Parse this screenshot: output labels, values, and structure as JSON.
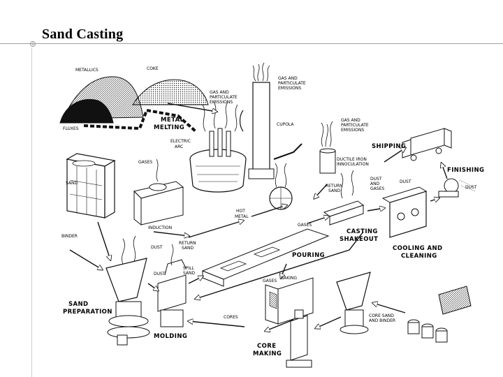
{
  "page": {
    "title": "Sand Casting"
  },
  "labels": {
    "metallics": "METALLICS",
    "coke": "COKE",
    "fluxes": "FLUXES",
    "metal_melting_1": "METAL",
    "metal_melting_2": "MELTING",
    "gas_emissions_a_1": "GAS AND",
    "gas_emissions_a_2": "PARTICULATE",
    "gas_emissions_a_3": "EMISSIONS",
    "gas_emissions_b_1": "GAS AND",
    "gas_emissions_b_2": "PARTICULATE",
    "gas_emissions_b_3": "EMISSIONS",
    "gas_emissions_c_1": "GAS AND",
    "gas_emissions_c_2": "PARTICULATE",
    "gas_emissions_c_3": "EMISSIONS",
    "cupola": "CUPOLA",
    "electric_arc_1": "ELECTRIC",
    "electric_arc_2": "ARC",
    "gases_induction": "GASES",
    "sand": "SAND",
    "induction": "INDUCTION",
    "shipping": "SHIPPING",
    "ductile_1": "DUCTILE IRON",
    "ductile_2": "INNOCULATION",
    "return_sand_1": "RETURN",
    "return_sand_2": "SAND",
    "dust_gases_1": "DUST",
    "dust_gases_2": "AND",
    "dust_gases_3": "GASES",
    "finishing": "FINISHING",
    "dust_finishing_a": "DUST",
    "dust_finishing_b": "DUST",
    "hot_metal_1": "HOT",
    "hot_metal_2": "METAL",
    "gases_pouring": "GASES",
    "casting_1": "CASTING",
    "casting_2": "SHAKEOUT",
    "binder": "BINDER",
    "dust_prep": "DUST",
    "return_sand2_1": "RETURN",
    "return_sand2_2": "SAND",
    "pouring": "POURING",
    "cooling_1": "COOLING AND",
    "cooling_2": "CLEANING",
    "dust_mold": "DUST",
    "spill_sand_1": "SPILL",
    "spill_sand_2": "SAND",
    "gases_baking": "GASES",
    "baking": "BAKING",
    "sand_prep_1": "SAND",
    "sand_prep_2": "PREPARATION",
    "cores": "CORES",
    "core_sand_1": "CORE SAND",
    "core_sand_2": "AND BINDER",
    "molding": "MOLDING",
    "core_making_1": "CORE",
    "core_making_2": "MAKING"
  },
  "colors": {
    "ink": "#1a1a1a",
    "rule": "#9aa0a6"
  }
}
